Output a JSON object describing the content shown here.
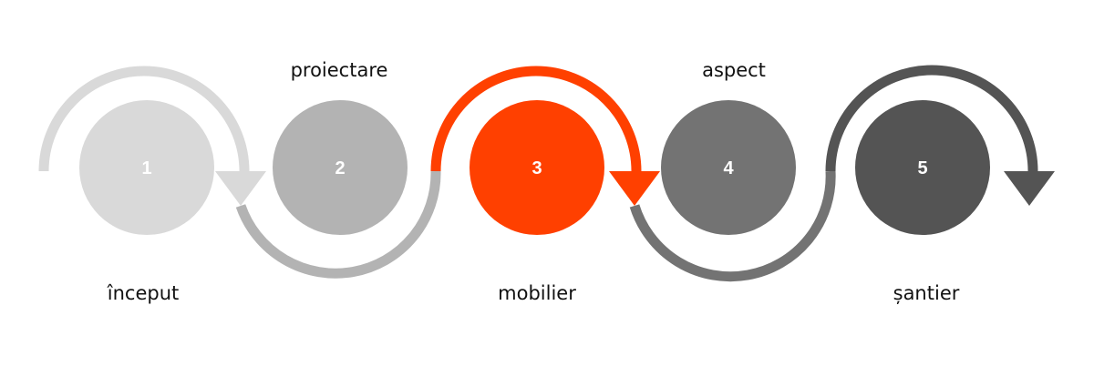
{
  "steps": [
    {
      "number": "1",
      "label": "început",
      "color": "#d9d9d9"
    },
    {
      "number": "2",
      "label": "proiectare",
      "color": "#b3b3b3"
    },
    {
      "number": "3",
      "label": "mobilier",
      "color": "#ff4000"
    },
    {
      "number": "4",
      "label": "aspect",
      "color": "#737373"
    },
    {
      "number": "5",
      "label": "șantier",
      "color": "#545454"
    }
  ]
}
